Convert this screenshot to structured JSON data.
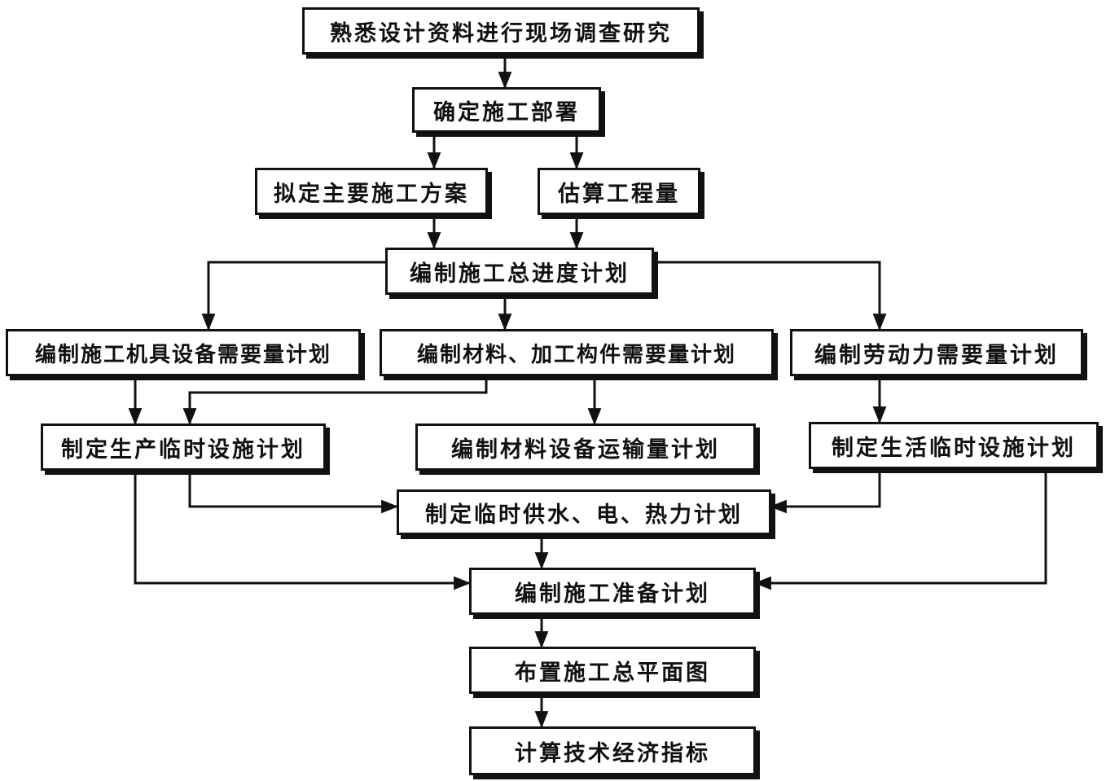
{
  "nodes": {
    "n1": "熟悉设计资料进行现场调查研究",
    "n2": "确定施工部署",
    "n3": "拟定主要施工方案",
    "n4": "估算工程量",
    "n5": "编制施工总进度计划",
    "n6": "编制施工机具设备需要量计划",
    "n7": "编制材料、加工构件需要量计划",
    "n8": "编制劳动力需要量计划",
    "n9": "制定生产临时设施计划",
    "n10": "编制材料设备运输量计划",
    "n11": "制定生活临时设施计划",
    "n12": "制定临时供水、电、热力计划",
    "n13": "编制施工准备计划",
    "n14": "布置施工总平面图",
    "n15": "计算技术经济指标"
  },
  "colors": {
    "line": "#111111",
    "box_border": "#111111",
    "text": "#111111",
    "background": "#ffffff"
  }
}
